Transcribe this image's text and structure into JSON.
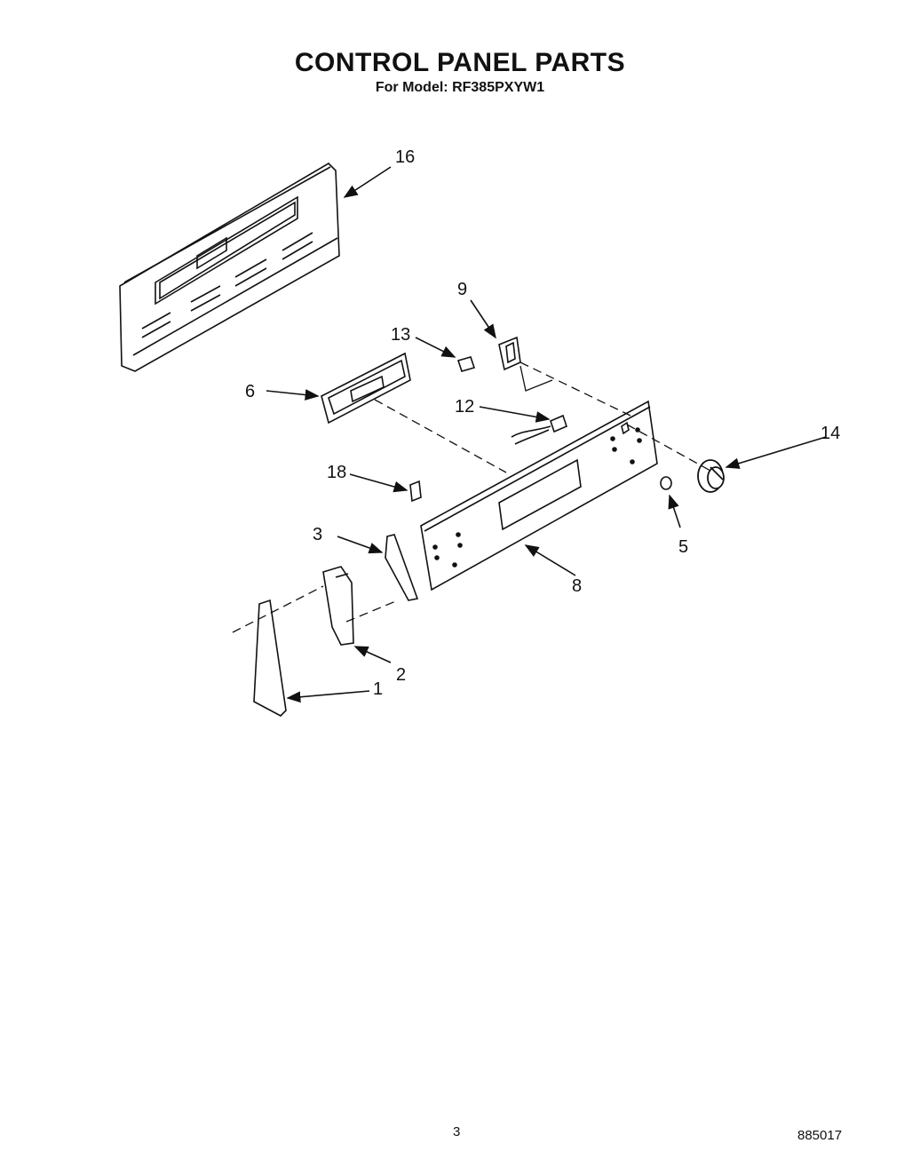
{
  "header": {
    "title": "CONTROL PANEL PARTS",
    "model_prefix": "For Model:",
    "model_number": "RF385PXYW1"
  },
  "callouts": {
    "part_16": "16",
    "part_9": "9",
    "part_13": "13",
    "part_6": "6",
    "part_12": "12",
    "part_14": "14",
    "part_18": "18",
    "part_5": "5",
    "part_3": "3",
    "part_8": "8",
    "part_2": "2",
    "part_1": "1"
  },
  "footer": {
    "page_number": "3",
    "doc_number": "885017"
  }
}
